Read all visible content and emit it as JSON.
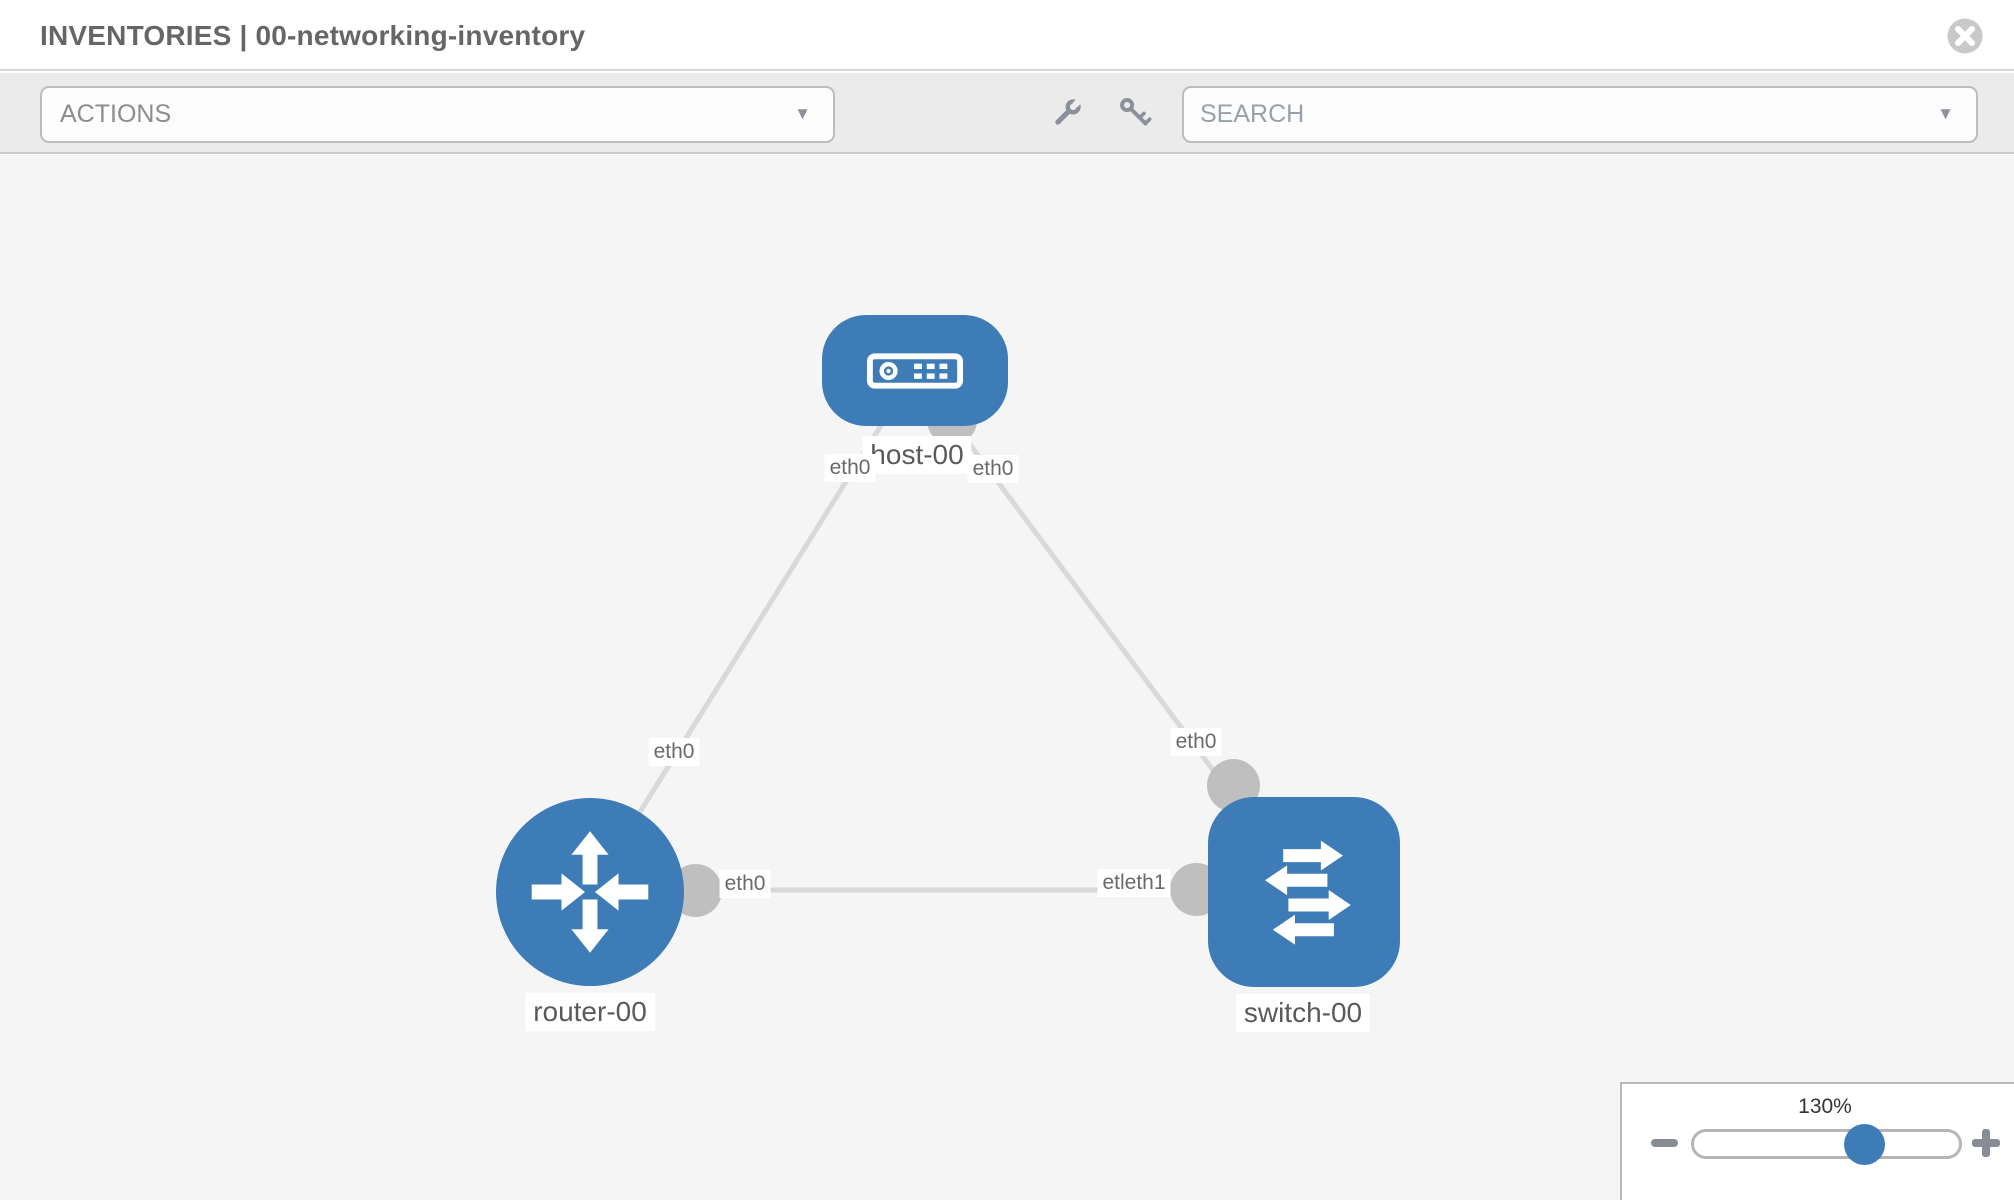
{
  "header": {
    "title": "INVENTORIES | 00-networking-inventory",
    "close_icon": "x-close-circle"
  },
  "toolbar": {
    "actions_placeholder": "ACTIONS",
    "search_placeholder": "SEARCH",
    "caret": "▼",
    "wrench_icon": "wrench",
    "key_icon": "key"
  },
  "colors": {
    "node_blue": "#3e7cb7",
    "link_gray": "#d9d9d9",
    "interface_dot_gray": "#bfbfbf",
    "canvas_bg": "#f5f5f6"
  },
  "topology": {
    "nodes": [
      {
        "id": "host-00",
        "type": "host",
        "label": "host-00"
      },
      {
        "id": "router-00",
        "type": "router",
        "label": "router-00"
      },
      {
        "id": "switch-00",
        "type": "switch",
        "label": "switch-00"
      }
    ],
    "links": [
      {
        "from": "host-00",
        "to": "router-00",
        "from_interface": "eth0",
        "to_interface": "eth0"
      },
      {
        "from": "host-00",
        "to": "switch-00",
        "from_interface": "eth0",
        "to_interface": "eth0"
      },
      {
        "from": "router-00",
        "to": "switch-00",
        "from_interface": "eth0",
        "to_interface": "eth1"
      }
    ],
    "interface_labels": {
      "host_left": "eth0",
      "host_right": "eth0",
      "router_top": "eth0",
      "switch_top": "eth0",
      "bottom_left": "eth0",
      "bottom_right": "etleth1"
    }
  },
  "zoom_control": {
    "percent_label": "130%",
    "value": 130,
    "minus_icon": "minus",
    "plus_icon": "plus"
  }
}
